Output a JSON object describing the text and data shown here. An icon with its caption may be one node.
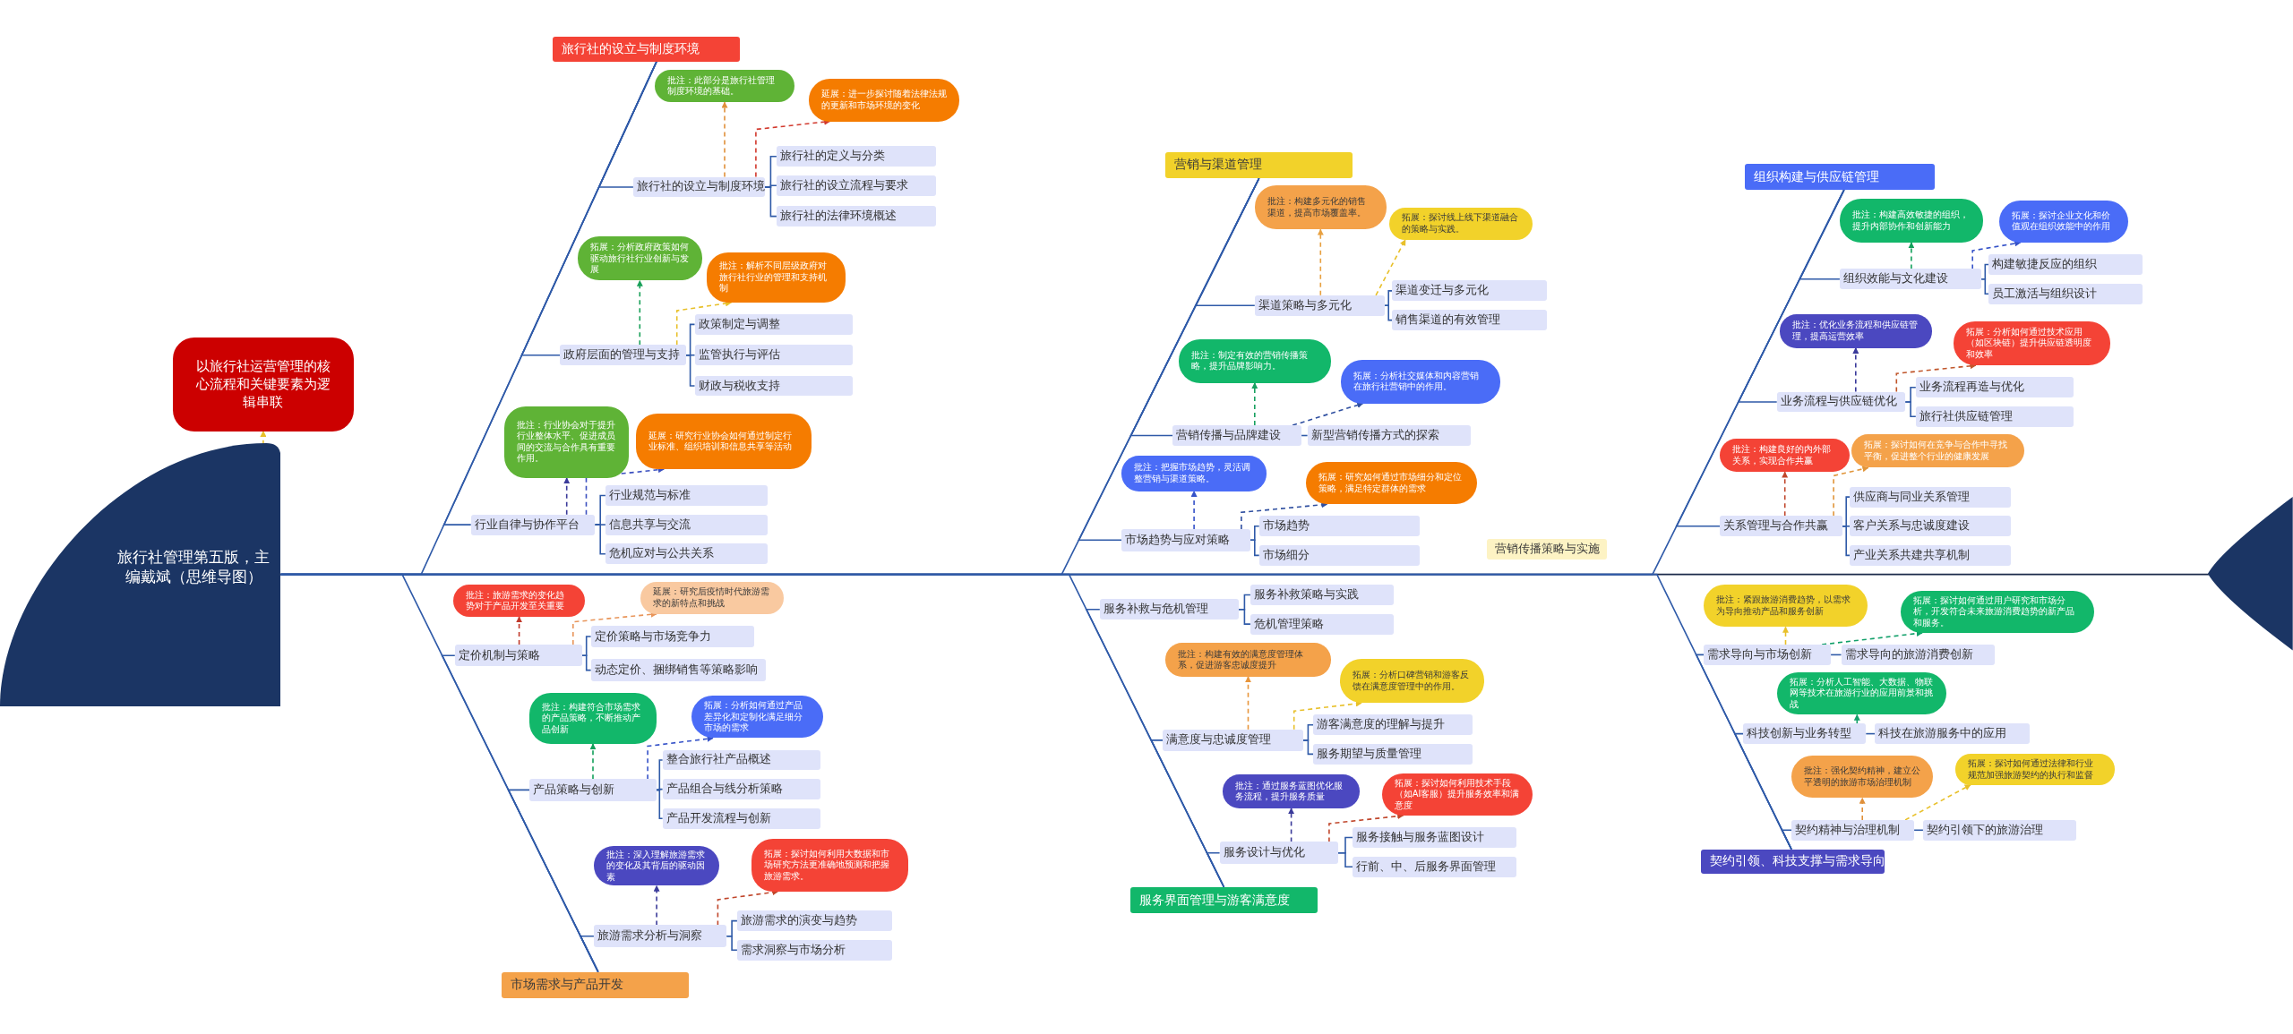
{
  "diagram": {
    "nodes": [
      {
        "text": [
          "旅行社管理第五版，主编戴斌（思维导图）"
        ]
      },
      {
        "text": [
          "以旅行社运营管理的核心流程和关键要素为逻辑串联"
        ]
      },
      {
        "text": [
          "旅行社的设立与制度环境"
        ]
      },
      {
        "text": [
          "旅行社的设立与制度环境"
        ]
      },
      {
        "text": [
          "批注：此部分是旅行社管理制度环境的基础。"
        ]
      },
      {
        "text": [
          "延展：进一步探讨随着法律法规的更新和市场环境的变化"
        ]
      },
      {
        "text": [
          "旅行社的定义与分类"
        ]
      },
      {
        "text": [
          "旅行社的设立流程与要求"
        ]
      },
      {
        "text": [
          "旅行社的法律环境概述"
        ]
      },
      {
        "text": [
          "政府层面的管理与支持"
        ]
      },
      {
        "text": [
          "拓展：分析政府政策如何驱动旅行社行业创新与发展"
        ]
      },
      {
        "text": [
          "批注：解析不同层级政府对旅行社行业的管理和支持机制"
        ]
      },
      {
        "text": [
          "政策制定与调整"
        ]
      },
      {
        "text": [
          "监管执行与评估"
        ]
      },
      {
        "text": [
          "财政与税收支持"
        ]
      },
      {
        "text": [
          "行业自律与协作平台"
        ]
      },
      {
        "text": [
          "批注：行业协会对于提升行业整体水平、促进成员间的交流与合作具有重要作用。"
        ]
      },
      {
        "text": [
          "延展：研究行业协会如何通过制定行业标准、组织培训和信息共享等活动"
        ]
      },
      {
        "text": [
          "行业规范与标准"
        ]
      },
      {
        "text": [
          "信息共享与交流"
        ]
      },
      {
        "text": [
          "危机应对与公共关系"
        ]
      },
      {
        "text": [
          "市场需求与产品开发"
        ]
      },
      {
        "text": [
          "定价机制与策略"
        ]
      },
      {
        "text": [
          "批注：旅游需求的变化趋势对于产品开发至关重要"
        ]
      },
      {
        "text": [
          "延展：研究后疫情时代旅游需求的新特点和挑战"
        ]
      },
      {
        "text": [
          "定价策略与市场竞争力"
        ]
      },
      {
        "text": [
          "动态定价、捆绑销售等策略影响"
        ]
      },
      {
        "text": [
          "产品策略与创新"
        ]
      },
      {
        "text": [
          "批注：构建符合市场需求的产品策略，不断推动产品创新"
        ]
      },
      {
        "text": [
          "拓展：分析如何通过产品差异化和定制化满足细分市场的需求"
        ]
      },
      {
        "text": [
          "整合旅行社产品概述"
        ]
      },
      {
        "text": [
          "产品组合与线分析策略"
        ]
      },
      {
        "text": [
          "产品开发流程与创新"
        ]
      },
      {
        "text": [
          "旅游需求分析与洞察"
        ]
      },
      {
        "text": [
          "批注：深入理解旅游需求的变化及其背后的驱动因素"
        ]
      },
      {
        "text": [
          "拓展：探讨如何利用大数据和市场研究方法更准确地预测和把握旅游需求。"
        ]
      },
      {
        "text": [
          "旅游需求的演变与趋势"
        ]
      },
      {
        "text": [
          "需求洞察与市场分析"
        ]
      },
      {
        "text": [
          "营销与渠道管理"
        ]
      },
      {
        "text": [
          "渠道策略与多元化"
        ]
      },
      {
        "text": [
          "批注：构建多元化的销售渠道，提高市场覆盖率。"
        ]
      },
      {
        "text": [
          "拓展：探讨线上线下渠道融合的策略与实践。"
        ]
      },
      {
        "text": [
          "渠道变迁与多元化"
        ]
      },
      {
        "text": [
          "销售渠道的有效管理"
        ]
      },
      {
        "text": [
          "营销传播与品牌建设"
        ]
      },
      {
        "text": [
          "批注：制定有效的营销传播策略，提升品牌影响力。"
        ]
      },
      {
        "text": [
          "拓展：分析社交媒体和内容营销在旅行社营销中的作用。"
        ]
      },
      {
        "text": [
          "新型营销传播方式的探索"
        ]
      },
      {
        "text": [
          "市场趋势与应对策略"
        ]
      },
      {
        "text": [
          "批注：把握市场趋势，灵活调整营销与渠道策略。"
        ]
      },
      {
        "text": [
          "拓展：研究如何通过市场细分和定位策略，满足特定群体的需求"
        ]
      },
      {
        "text": [
          "市场趋势"
        ]
      },
      {
        "text": [
          "市场细分"
        ]
      },
      {
        "text": [
          "服务界面管理与游客满意度"
        ]
      },
      {
        "text": [
          "服务补救与危机管理"
        ]
      },
      {
        "text": [
          "服务补救策略与实践"
        ]
      },
      {
        "text": [
          "危机管理策略"
        ]
      },
      {
        "text": [
          "满意度与忠诚度管理"
        ]
      },
      {
        "text": [
          "批注：构建有效的满意度管理体系，促进游客忠诚度提升"
        ]
      },
      {
        "text": [
          "拓展：分析口碑营销和游客反馈在满意度管理中的作用。"
        ]
      },
      {
        "text": [
          "游客满意度的理解与提升"
        ]
      },
      {
        "text": [
          "服务期望与质量管理"
        ]
      },
      {
        "text": [
          "服务设计与优化"
        ]
      },
      {
        "text": [
          "批注：通过服务蓝图优化服务流程，提升服务质量"
        ]
      },
      {
        "text": [
          "拓展：探讨如何利用技术手段（如AI客服）提升服务效率和满意度"
        ]
      },
      {
        "text": [
          "服务接触与服务蓝图设计"
        ]
      },
      {
        "text": [
          "行前、中、后服务界面管理"
        ]
      },
      {
        "text": [
          "营销传播策略与实施"
        ]
      },
      {
        "text": [
          "组织构建与供应链管理"
        ]
      },
      {
        "text": [
          "组织效能与文化建设"
        ]
      },
      {
        "text": [
          "批注：构建高效敏捷的组织，提升内部协作和创新能力"
        ]
      },
      {
        "text": [
          "拓展：探讨企业文化和价值观在组织效能中的作用"
        ]
      },
      {
        "text": [
          "构建敏捷反应的组织"
        ]
      },
      {
        "text": [
          "员工激活与组织设计"
        ]
      },
      {
        "text": [
          "业务流程与供应链优化"
        ]
      },
      {
        "text": [
          "批注：优化业务流程和供应链管理，提高运营效率"
        ]
      },
      {
        "text": [
          "拓展：分析如何通过技术应用（如区块链）提升供应链透明度和效率"
        ]
      },
      {
        "text": [
          "业务流程再造与优化"
        ]
      },
      {
        "text": [
          "旅行社供应链管理"
        ]
      },
      {
        "text": [
          "关系管理与合作共赢"
        ]
      },
      {
        "text": [
          "批注：构建良好的内外部关系，实现合作共赢"
        ]
      },
      {
        "text": [
          "拓展：探讨如何在竞争与合作中寻找平衡，促进整个行业的健康发展"
        ]
      },
      {
        "text": [
          "供应商与同业关系管理"
        ]
      },
      {
        "text": [
          "客户关系与忠诚度建设"
        ]
      },
      {
        "text": [
          "产业关系共建共享机制"
        ]
      },
      {
        "text": [
          "契约引领、科技支撑与需求导向"
        ]
      },
      {
        "text": [
          "需求导向与市场创新"
        ]
      },
      {
        "text": [
          "批注：紧跟旅游消费趋势，以需求为导向推动产品和服务创新"
        ]
      },
      {
        "text": [
          "拓展：探讨如何通过用户研究和市场分析，开发符合未来旅游消费趋势的新产品和服务。"
        ]
      },
      {
        "text": [
          "需求导向的旅游消费创新"
        ]
      },
      {
        "text": [
          "科技创新与业务转型"
        ]
      },
      {
        "text": [
          "拓展：分析人工智能、大数据、物联网等技术在旅游行业的应用前景和挑战"
        ]
      },
      {
        "text": [
          "科技在旅游服务中的应用"
        ]
      },
      {
        "text": [
          "契约精神与治理机制"
        ]
      },
      {
        "text": [
          "批注：强化契约精神，建立公平透明的旅游市场治理机制"
        ]
      },
      {
        "text": [
          "拓展：探讨如何通过法律和行业规范加强旅游契约的执行和监督"
        ]
      },
      {
        "text": [
          "契约引领下的旅游治理"
        ]
      },
      {
        "text": [],
        "shape": "fin"
      }
    ],
    "edges": [
      {
        "from": 0,
        "to": 97,
        "arrow": "none",
        "color": "#1b2a4a"
      },
      {
        "from": 0,
        "to": 1,
        "arrow": "to",
        "style": "dashed",
        "color": "#e8c02a"
      },
      {
        "from": 0,
        "to": 2,
        "arrow": "none"
      },
      {
        "from": 2,
        "to": 3,
        "arrow": "none"
      },
      {
        "from": 3,
        "to": 4,
        "arrow": "to",
        "style": "dashed",
        "color": "#e0903a"
      },
      {
        "from": 3,
        "to": 5,
        "arrow": "to",
        "style": "dashed",
        "color": "#d23a2e"
      },
      {
        "from": 3,
        "to": 6,
        "arrow": "none"
      },
      {
        "from": 3,
        "to": 7,
        "arrow": "none"
      },
      {
        "from": 3,
        "to": 8,
        "arrow": "none"
      },
      {
        "from": 2,
        "to": 9,
        "arrow": "none"
      },
      {
        "from": 9,
        "to": 10,
        "arrow": "to",
        "style": "dashed",
        "color": "#18a058"
      },
      {
        "from": 9,
        "to": 11,
        "arrow": "to",
        "style": "dashed",
        "color": "#e8c02a"
      },
      {
        "from": 9,
        "to": 12,
        "arrow": "none"
      },
      {
        "from": 9,
        "to": 13,
        "arrow": "none"
      },
      {
        "from": 9,
        "to": 14,
        "arrow": "none"
      },
      {
        "from": 2,
        "to": 15,
        "arrow": "none"
      },
      {
        "from": 15,
        "to": 16,
        "arrow": "to",
        "style": "dashed",
        "color": "#3a3a9a"
      },
      {
        "from": 15,
        "to": 17,
        "arrow": "to",
        "style": "dashed",
        "color": "#3a4fbf"
      },
      {
        "from": 15,
        "to": 18,
        "arrow": "none"
      },
      {
        "from": 15,
        "to": 19,
        "arrow": "none"
      },
      {
        "from": 15,
        "to": 20,
        "arrow": "none"
      },
      {
        "from": 0,
        "to": 21,
        "arrow": "none"
      },
      {
        "from": 21,
        "to": 22,
        "arrow": "none"
      },
      {
        "from": 22,
        "to": 23,
        "arrow": "to",
        "style": "dashed",
        "color": "#c0392b"
      },
      {
        "from": 22,
        "to": 24,
        "arrow": "to",
        "style": "dashed",
        "color": "#e8955a"
      },
      {
        "from": 22,
        "to": 25,
        "arrow": "none"
      },
      {
        "from": 22,
        "to": 26,
        "arrow": "none"
      },
      {
        "from": 21,
        "to": 27,
        "arrow": "none"
      },
      {
        "from": 27,
        "to": 28,
        "arrow": "to",
        "style": "dashed",
        "color": "#12a05a"
      },
      {
        "from": 27,
        "to": 29,
        "arrow": "to",
        "style": "dashed",
        "color": "#3552c8"
      },
      {
        "from": 27,
        "to": 30,
        "arrow": "none"
      },
      {
        "from": 27,
        "to": 31,
        "arrow": "none"
      },
      {
        "from": 27,
        "to": 32,
        "arrow": "none"
      },
      {
        "from": 21,
        "to": 33,
        "arrow": "none"
      },
      {
        "from": 33,
        "to": 34,
        "arrow": "to",
        "style": "dashed",
        "color": "#3a3a9a"
      },
      {
        "from": 33,
        "to": 35,
        "arrow": "to",
        "style": "dashed",
        "color": "#c0462b"
      },
      {
        "from": 33,
        "to": 36,
        "arrow": "none"
      },
      {
        "from": 33,
        "to": 37,
        "arrow": "none"
      },
      {
        "from": 0,
        "to": 38,
        "arrow": "none"
      },
      {
        "from": 38,
        "to": 39,
        "arrow": "none"
      },
      {
        "from": 39,
        "to": 40,
        "arrow": "to",
        "style": "dashed",
        "color": "#e8a040"
      },
      {
        "from": 39,
        "to": 41,
        "arrow": "to",
        "style": "dashed",
        "color": "#e8c02a"
      },
      {
        "from": 39,
        "to": 42,
        "arrow": "none"
      },
      {
        "from": 39,
        "to": 43,
        "arrow": "none"
      },
      {
        "from": 38,
        "to": 44,
        "arrow": "none"
      },
      {
        "from": 44,
        "to": 45,
        "arrow": "to",
        "style": "dashed",
        "color": "#18a060"
      },
      {
        "from": 44,
        "to": 46,
        "arrow": "to",
        "style": "dashed",
        "color": "#2f4fa0"
      },
      {
        "from": 44,
        "to": 47,
        "arrow": "none"
      },
      {
        "from": 38,
        "to": 48,
        "arrow": "none"
      },
      {
        "from": 48,
        "to": 49,
        "arrow": "to",
        "style": "dashed",
        "color": "#3552c8"
      },
      {
        "from": 48,
        "to": 50,
        "arrow": "to",
        "style": "dashed",
        "color": "#2f4fa0"
      },
      {
        "from": 48,
        "to": 51,
        "arrow": "none"
      },
      {
        "from": 48,
        "to": 52,
        "arrow": "none"
      },
      {
        "from": 0,
        "to": 53,
        "arrow": "none"
      },
      {
        "from": 53,
        "to": 54,
        "arrow": "none"
      },
      {
        "from": 54,
        "to": 55,
        "arrow": "none"
      },
      {
        "from": 54,
        "to": 56,
        "arrow": "none"
      },
      {
        "from": 53,
        "to": 57,
        "arrow": "none"
      },
      {
        "from": 57,
        "to": 58,
        "arrow": "to",
        "style": "dashed",
        "color": "#e8953a"
      },
      {
        "from": 57,
        "to": 59,
        "arrow": "to",
        "style": "dashed",
        "color": "#e8c02a"
      },
      {
        "from": 57,
        "to": 60,
        "arrow": "none"
      },
      {
        "from": 57,
        "to": 61,
        "arrow": "none"
      },
      {
        "from": 53,
        "to": 62,
        "arrow": "none"
      },
      {
        "from": 62,
        "to": 63,
        "arrow": "to",
        "style": "dashed",
        "color": "#3a3a9a"
      },
      {
        "from": 62,
        "to": 64,
        "arrow": "to",
        "style": "dashed",
        "color": "#c0462b"
      },
      {
        "from": 62,
        "to": 65,
        "arrow": "none"
      },
      {
        "from": 62,
        "to": 66,
        "arrow": "none"
      },
      {
        "from": 0,
        "to": 68,
        "arrow": "none"
      },
      {
        "from": 68,
        "to": 69,
        "arrow": "none"
      },
      {
        "from": 69,
        "to": 70,
        "arrow": "to",
        "style": "dashed",
        "color": "#12a05a"
      },
      {
        "from": 69,
        "to": 71,
        "arrow": "to",
        "style": "dashed",
        "color": "#3552c8"
      },
      {
        "from": 69,
        "to": 72,
        "arrow": "none"
      },
      {
        "from": 69,
        "to": 73,
        "arrow": "none"
      },
      {
        "from": 68,
        "to": 74,
        "arrow": "none"
      },
      {
        "from": 74,
        "to": 75,
        "arrow": "to",
        "style": "dashed",
        "color": "#3a3a9a"
      },
      {
        "from": 74,
        "to": 76,
        "arrow": "to",
        "style": "dashed",
        "color": "#c0562b"
      },
      {
        "from": 74,
        "to": 77,
        "arrow": "none"
      },
      {
        "from": 74,
        "to": 78,
        "arrow": "none"
      },
      {
        "from": 68,
        "to": 79,
        "arrow": "none"
      },
      {
        "from": 79,
        "to": 80,
        "arrow": "to",
        "style": "dashed",
        "color": "#c0462b"
      },
      {
        "from": 79,
        "to": 81,
        "arrow": "to",
        "style": "dashed",
        "color": "#e0953a"
      },
      {
        "from": 79,
        "to": 82,
        "arrow": "none"
      },
      {
        "from": 79,
        "to": 83,
        "arrow": "none"
      },
      {
        "from": 79,
        "to": 84,
        "arrow": "none"
      },
      {
        "from": 0,
        "to": 85,
        "arrow": "none"
      },
      {
        "from": 85,
        "to": 86,
        "arrow": "none"
      },
      {
        "from": 86,
        "to": 87,
        "arrow": "to",
        "style": "dashed",
        "color": "#e8c02a"
      },
      {
        "from": 86,
        "to": 88,
        "arrow": "to",
        "style": "dashed",
        "color": "#12a06a"
      },
      {
        "from": 86,
        "to": 89,
        "arrow": "none"
      },
      {
        "from": 85,
        "to": 90,
        "arrow": "none"
      },
      {
        "from": 90,
        "to": 91,
        "arrow": "to",
        "style": "dashed",
        "color": "#12a06a"
      },
      {
        "from": 90,
        "to": 92,
        "arrow": "none"
      },
      {
        "from": 85,
        "to": 93,
        "arrow": "none"
      },
      {
        "from": 93,
        "to": 94,
        "arrow": "to",
        "style": "dashed",
        "color": "#e0903a"
      },
      {
        "from": 93,
        "to": 95,
        "arrow": "to",
        "style": "dashed",
        "color": "#e8c02a"
      },
      {
        "from": 93,
        "to": 96,
        "arrow": "none"
      }
    ]
  }
}
